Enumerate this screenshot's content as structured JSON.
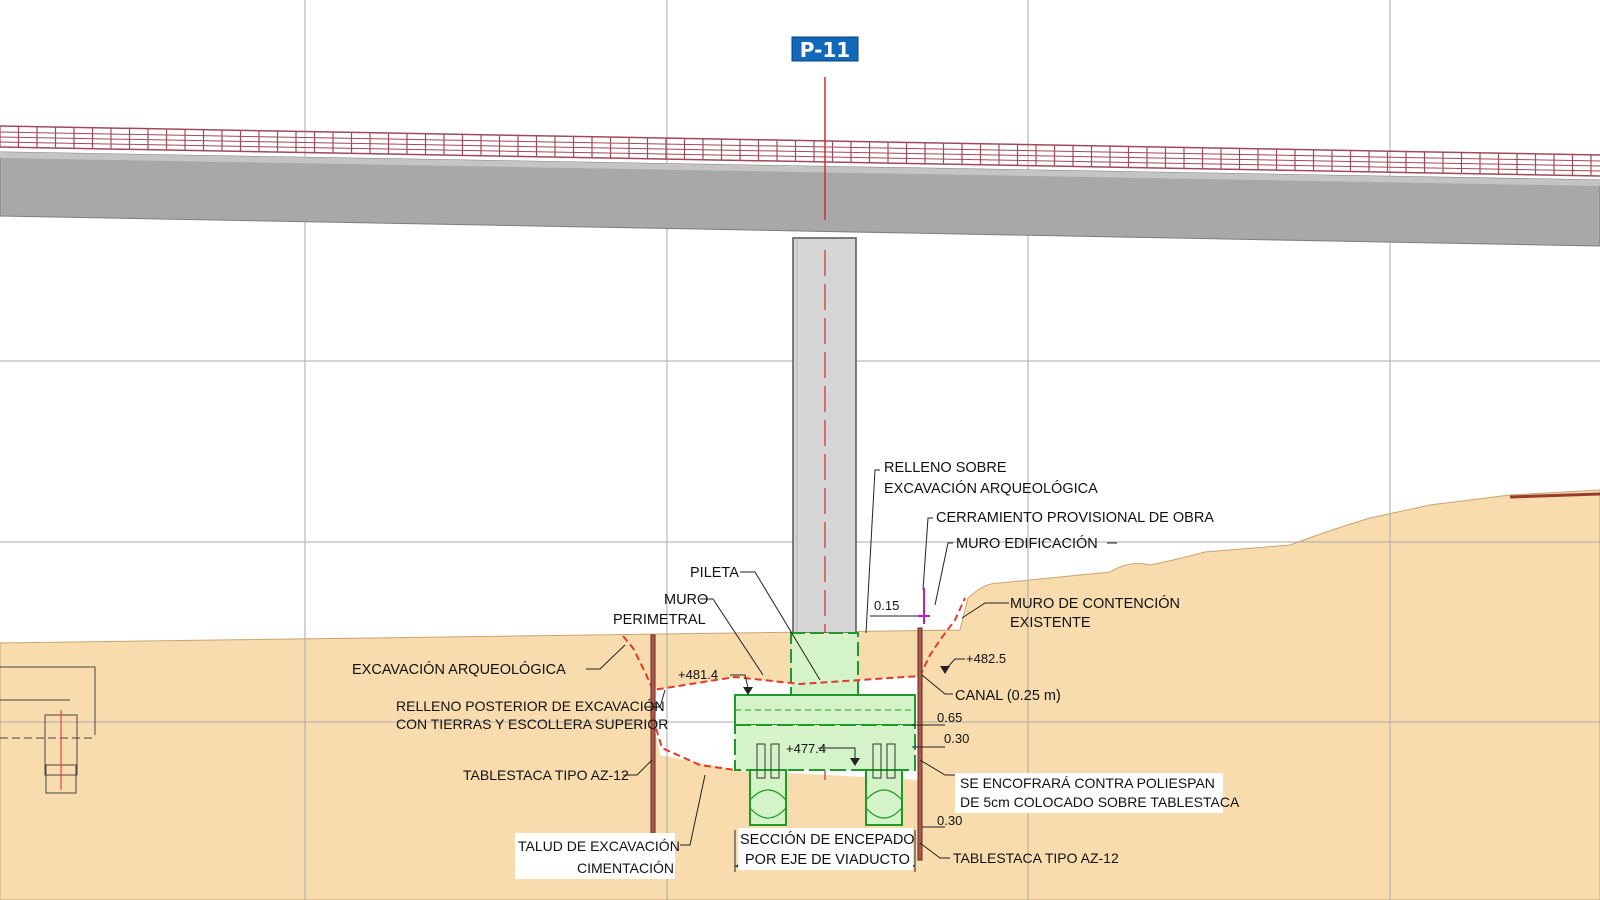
{
  "pier_tag": "P-11",
  "labels": {
    "relleno_sobre_1": "RELLENO SOBRE",
    "relleno_sobre_2": "EXCAVACIÓN ARQUEOLÓGICA",
    "cerramiento": "CERRAMIENTO PROVISIONAL DE OBRA",
    "muro_edificacion": "MURO EDIFICACIÓN",
    "pileta": "PILETA",
    "muro_perimetral_1": "MURO",
    "muro_perimetral_2": "PERIMETRAL",
    "muro_contencion_1": "MURO DE CONTENCIÓN",
    "muro_contencion_2": "EXISTENTE",
    "excavacion_arqueologica": "EXCAVACIÓN ARQUEOLÓGICA",
    "canal": "CANAL (0.25 m)",
    "relleno_posterior_1": "RELLENO POSTERIOR DE EXCAVACIÓN",
    "relleno_posterior_2": "CON TIERRAS Y ESCOLLERA SUPERIOR",
    "tablestaca_left": "TABLESTACA TIPO AZ-12",
    "tablestaca_right": "TABLESTACA TIPO AZ-12",
    "encofrara_1": "SE ENCOFRARÁ CONTRA POLIESPAN",
    "encofrara_2": "DE 5cm COLOCADO SOBRE TABLESTACA",
    "talud_1": "TALUD DE EXCAVACIÓN",
    "talud_2": "CIMENTACIÓN",
    "seccion_1": "SECCIÓN DE ENCEPADO",
    "seccion_2": "POR EJE DE VIADUCTO"
  },
  "elevations": {
    "left_top": "+481.4",
    "right_top": "+482.5",
    "bottom": "+477.4"
  },
  "dimensions": {
    "gap_top": "0.15",
    "d_065": "0.65",
    "d_030_a": "0.30",
    "d_030_b": "0.30"
  },
  "colors": {
    "grid": "#a9a9a9",
    "soil": "#f8dcae",
    "deck": "#a8a8a8",
    "pier": "#d6d6d6",
    "railing": "#a0495a",
    "footing_fill": "#d4f3c9",
    "footing_line": "#1f9a2a",
    "excavation_line": "#e03a2c",
    "sheet_pile": "#b0584c",
    "tag_bg": "#1369b9"
  }
}
